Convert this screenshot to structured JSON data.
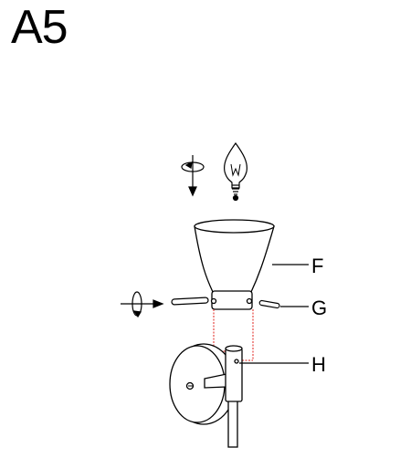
{
  "step_title": "A5",
  "labels": {
    "F": "F",
    "G": "G",
    "H": "H"
  },
  "colors": {
    "line": "#000000",
    "highlight": "#e0201b",
    "fill": "#ffffff"
  },
  "icons": [
    "rotate-arrow-icon",
    "rotate-arrow-icon"
  ]
}
